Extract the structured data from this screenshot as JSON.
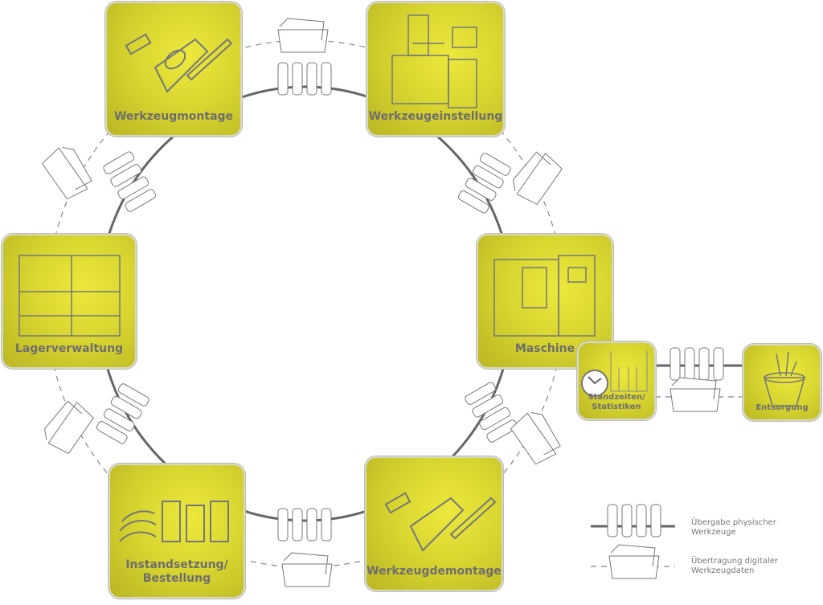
{
  "nodes": {
    "werkzeugmontage": "Werkzeugmontage",
    "werkzeugeinstellung": "Werkzeugeinstellung",
    "maschine": "Maschine",
    "werkzeugdemontage": "Werkzeugdemontage",
    "instandsetzung": "Instandsetzung/ Bestellung",
    "lagerverwaltung": "Lagerverwaltung",
    "standzeiten": "Standzeiten/ Statistiken",
    "entsorgung": "Entsorgung"
  },
  "legend": {
    "physical": "Übergabe physischer Werkzeuge",
    "digital": "Übertragung digitaler Werkzeugdaten"
  },
  "colors": {
    "box": "#d9d631",
    "line": "#6e6e6e",
    "text": "#6e6e6e"
  }
}
